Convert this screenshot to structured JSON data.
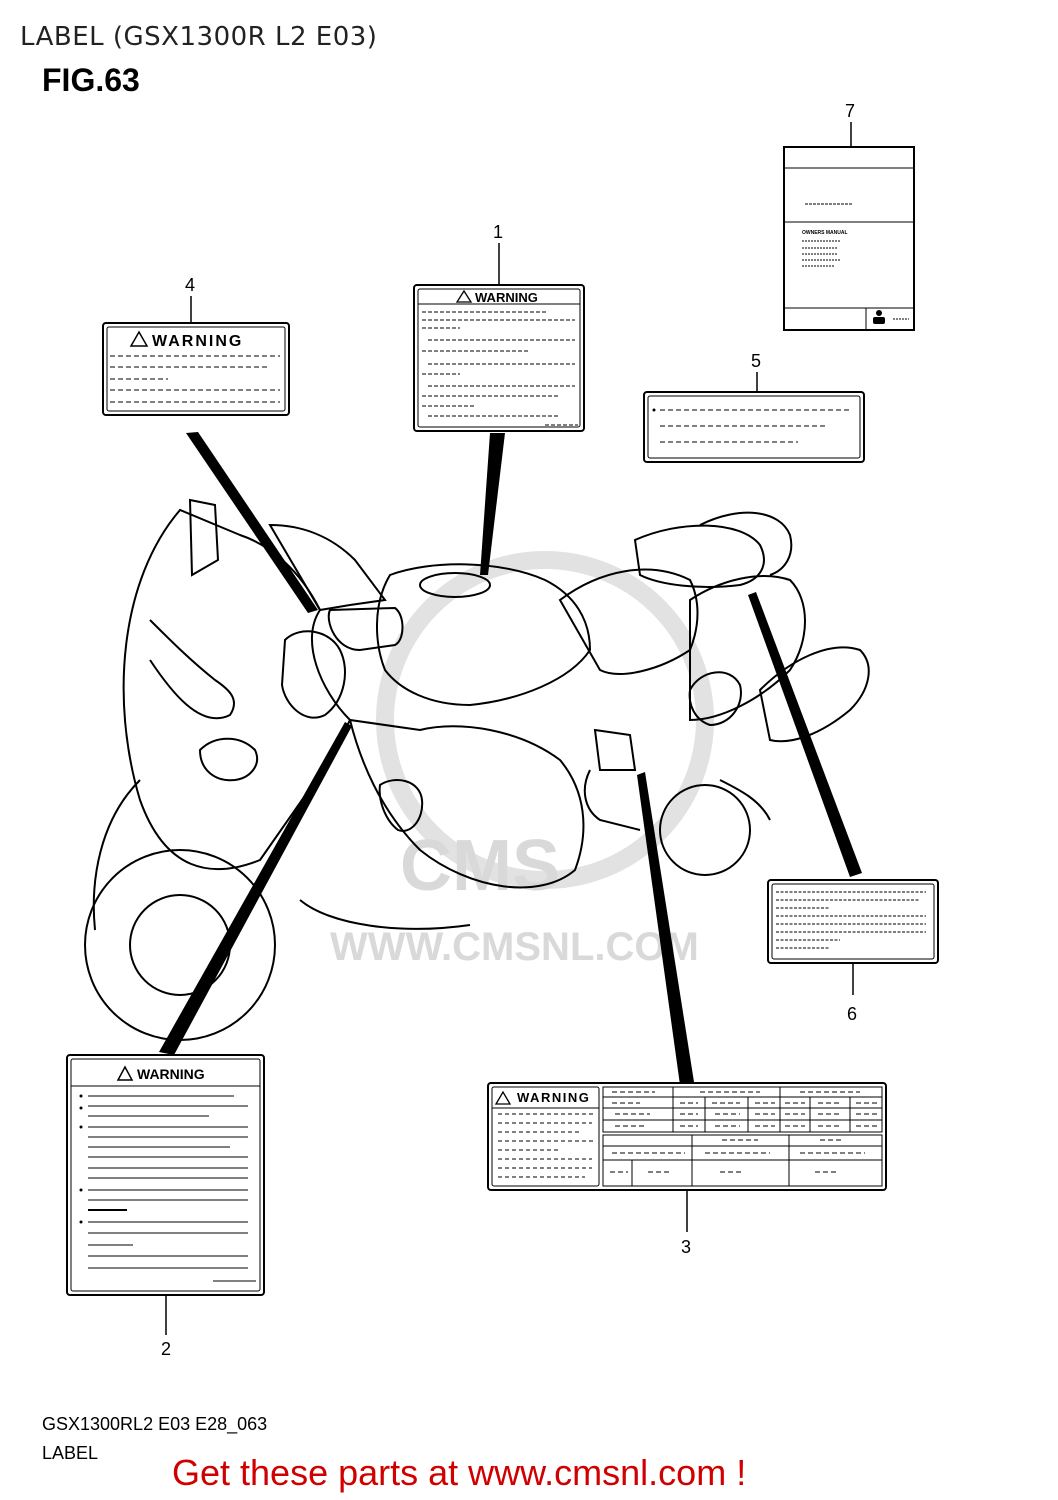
{
  "header": {
    "title": "LABEL (GSX1300R L2 E03)"
  },
  "figure": {
    "title": "FIG.63"
  },
  "callouts": [
    "1",
    "2",
    "3",
    "4",
    "5",
    "6",
    "7"
  ],
  "labels": {
    "warning_text": "WARNING",
    "manual_title": "OWNERS MANUAL"
  },
  "watermark": {
    "url": "WWW.CMSNL.COM",
    "brand": "CMS"
  },
  "footer": {
    "code": "GSX1300RL2 E03 E28_063",
    "label": "LABEL",
    "promo": "Get these parts at www.cmsnl.com !"
  }
}
